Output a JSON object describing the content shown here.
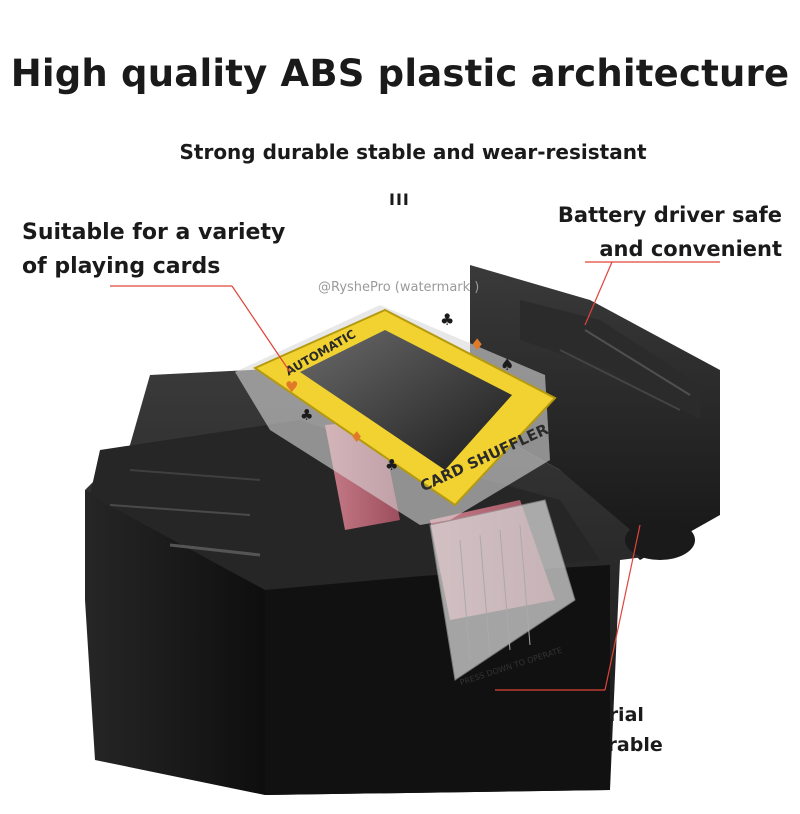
{
  "title": "High quality ABS plastic architecture",
  "subtitle": "Strong durable stable and wear-resistant",
  "ticks": "III",
  "labels": {
    "left_line1": "Suitable for a variety",
    "left_line2": "of playing cards",
    "right_line1": "Battery driver safe",
    "right_line2": "and convenient",
    "bottom_line1": "Plastic material",
    "bottom_line2": "strong and durable"
  },
  "watermark": "@RyshePro (watermark )",
  "product_text": {
    "lid_top": "AUTOMATIC",
    "lid_bottom": "CARD SHUFFLER",
    "button": "PRESS DOWN TO OPERATE"
  },
  "colors": {
    "callout_line": "#e0443a",
    "body": "#1e1e1e",
    "lid_frame": "#f2d230",
    "card_back": "#b05a6a"
  }
}
